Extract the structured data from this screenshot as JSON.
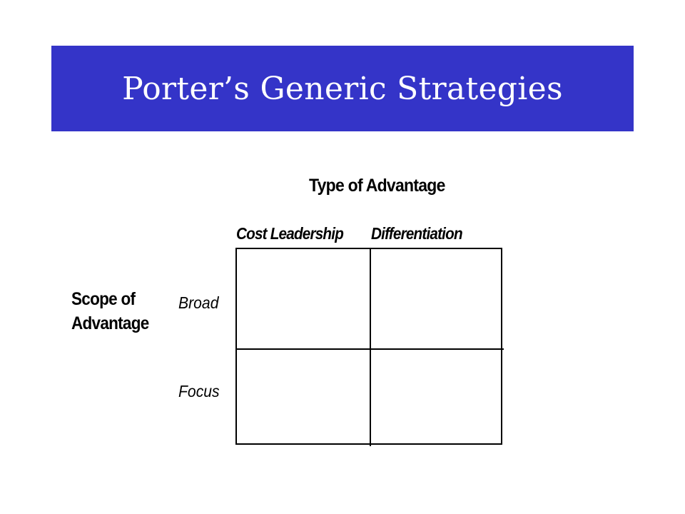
{
  "slide": {
    "title": "Porter’s Generic Strategies",
    "title_band_color": "#3434C8",
    "title_text_color": "#FFFFFF"
  },
  "matrix": {
    "column_axis_title": "Type of Advantage",
    "columns": [
      "Cost Leadership",
      "Differentiation"
    ],
    "row_axis_title_lines": [
      "Scope of",
      "Advantage"
    ],
    "rows": [
      "Broad",
      "Focus"
    ]
  }
}
